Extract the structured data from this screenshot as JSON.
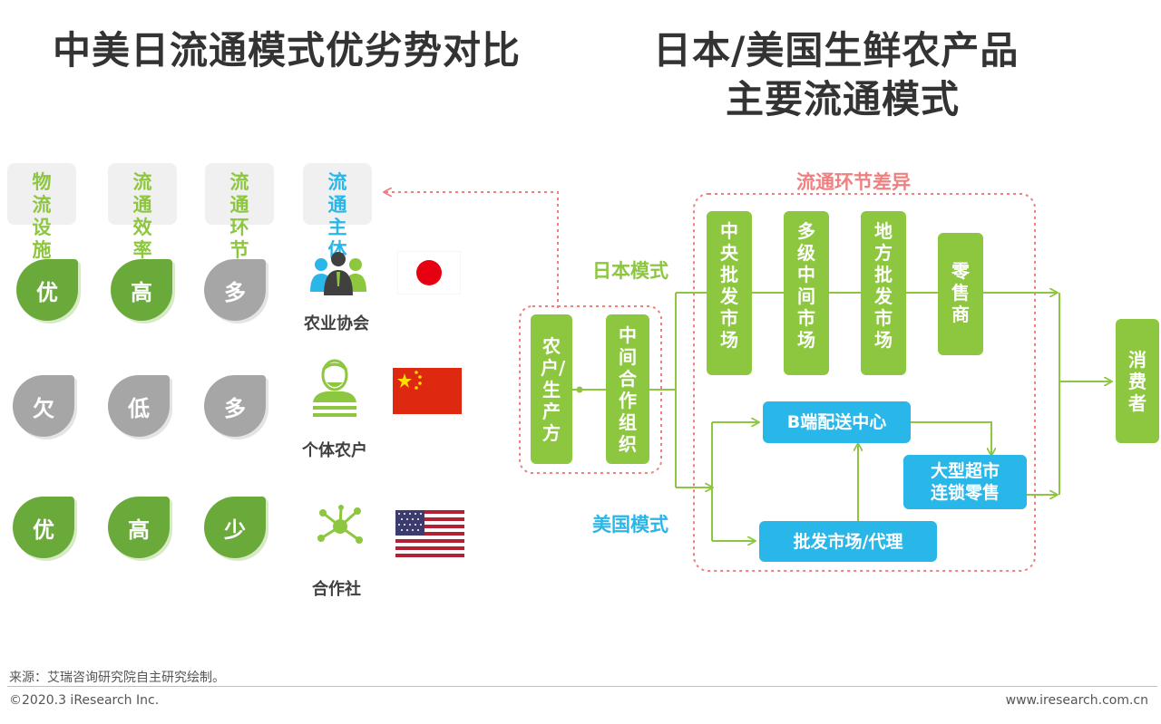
{
  "titles": {
    "left": "中美日流通模式优劣势对比",
    "right_line1": "日本/美国生鲜农产品",
    "right_line2": "主要流通模式"
  },
  "headers": [
    "物流设施",
    "流通效率",
    "流通环节",
    "流通主体"
  ],
  "rows": [
    {
      "country": "Japan",
      "ratings": [
        "优",
        "高",
        "多"
      ],
      "entity": "农业协会"
    },
    {
      "country": "China",
      "ratings": [
        "欠",
        "低",
        "多"
      ],
      "entity": "个体农户"
    },
    {
      "country": "USA",
      "ratings": [
        "优",
        "高",
        "少"
      ],
      "entity": "合作社"
    }
  ],
  "diagram": {
    "diff_label": "流通环节差异",
    "japan_label": "日本模式",
    "usa_label": "美国模式",
    "farmer": "农户/生产方",
    "coop": "中间合作组织",
    "japan_chain": [
      "中央批发市场",
      "多级中间市场",
      "地方批发市场",
      "零售商"
    ],
    "consumer": "消费者",
    "b2b": "B端配送中心",
    "supermarket": "大型超市连锁零售",
    "wholesale_agent": "批发市场/代理"
  },
  "footer": {
    "source": "来源：艾瑞咨询研究院自主研究绘制。",
    "copyright": "©2020.3 iResearch Inc.",
    "website": "www.iresearch.com.cn"
  },
  "colors": {
    "green": "#8dc63f",
    "dark_green": "#6aaa3a",
    "blue": "#29b6e8",
    "gray": "#a6a6a6",
    "pink_dotted": "#f08080"
  }
}
